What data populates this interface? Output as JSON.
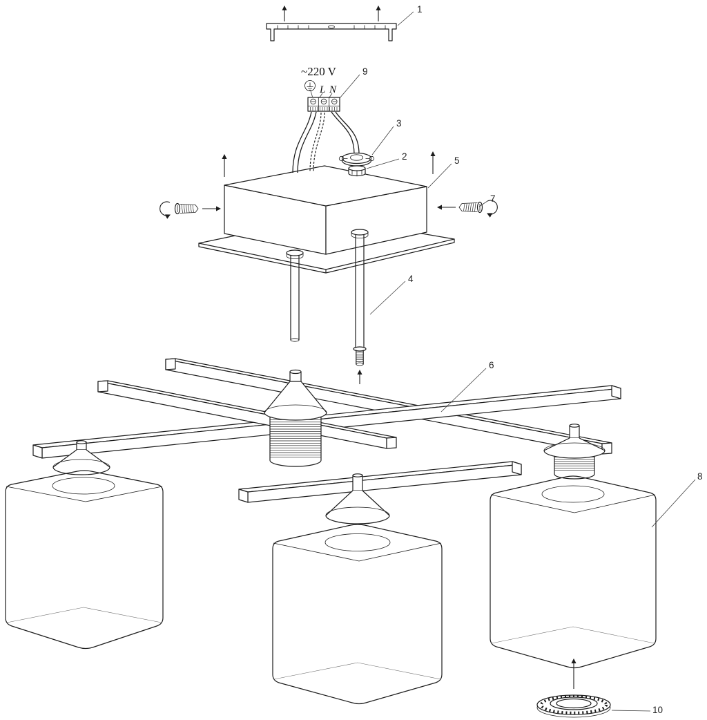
{
  "diagram": {
    "voltage_label": "~220 V",
    "terminal": {
      "live": "L",
      "neutral": "N"
    },
    "part_labels": {
      "p1": "1",
      "p2": "2",
      "p3": "3",
      "p4": "4",
      "p5": "5",
      "p6": "6",
      "p7": "7",
      "p8": "8",
      "p9": "9",
      "p10": "10"
    },
    "colors": {
      "line": "#1c1c1c",
      "leader": "#3c3c3c",
      "background": "#ffffff"
    }
  }
}
